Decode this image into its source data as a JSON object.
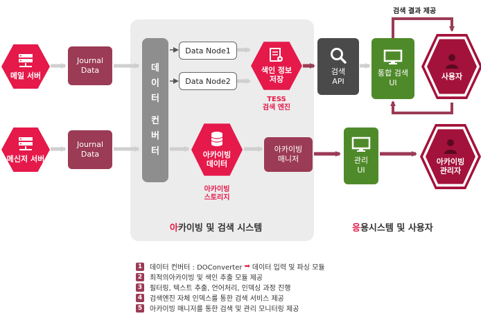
{
  "nodes": {
    "mail_server": "메일 서버",
    "messenger_server": "메신저 서버",
    "journal_data_1": [
      "Journal",
      "Data"
    ],
    "journal_data_2": [
      "Journal",
      "Data"
    ],
    "converter": [
      "데",
      "이",
      "터",
      "",
      "컨",
      "버",
      "터"
    ],
    "data_node_1": "Data Node1",
    "data_node_2": "Data Node2",
    "index_storage": [
      "색인 정보",
      "저장"
    ],
    "tess_label": [
      "TESS",
      "검색 엔진"
    ],
    "search_api": [
      "검색",
      "API"
    ],
    "integrated_search_ui": [
      "통합 검색",
      "UI"
    ],
    "user": "사용자",
    "archiving_data": [
      "아카이빙",
      "데이터"
    ],
    "archiving_storage_label": [
      "아카이빙",
      "스토리지"
    ],
    "archiving_manager": [
      "아카이빙",
      "매니저"
    ],
    "admin_ui": [
      "관리",
      "UI"
    ],
    "archiving_admin": [
      "아카이빙",
      "관리자"
    ],
    "search_result_label": "검색 결과 제공"
  },
  "sections": {
    "archiving_system": {
      "accent": "아",
      "rest": "카이빙 및 검색 시스템"
    },
    "application_system": {
      "accent": "응",
      "rest": "용시스템 및 사용자"
    }
  },
  "legend": [
    {
      "num": "1",
      "text_a": "데이터 컨버터 : DOConverter",
      "arrow": "➡",
      "text_b": "데이터 입력 및 파싱 모듈"
    },
    {
      "num": "2",
      "text_a": "최적의아카이빙 및 색인 추출 모듈 제공",
      "arrow": "",
      "text_b": ""
    },
    {
      "num": "3",
      "text_a": "필터링, 텍스트 추출, 언어처리, 인덱싱 과정 진행",
      "arrow": "",
      "text_b": ""
    },
    {
      "num": "4",
      "text_a": "검색엔진 자체 인덱스를 통한 검색 서비스 제공",
      "arrow": "",
      "text_b": ""
    },
    {
      "num": "5",
      "text_a": "아카이빙 매니저를 통한 검색 및 관리 모니터링 제공",
      "arrow": "",
      "text_b": ""
    }
  ],
  "colors": {
    "red": "#e5194a",
    "maroon": "#9b3b55",
    "dark_maroon": "#a3123a",
    "green": "#4f8a2a",
    "gray": "#8e8e8e"
  },
  "icons": [
    "server-icon",
    "server-icon",
    "document-search-icon",
    "magnifier-icon",
    "monitor-icon",
    "user-icon",
    "database-icon",
    "monitor-icon",
    "user-icon"
  ]
}
